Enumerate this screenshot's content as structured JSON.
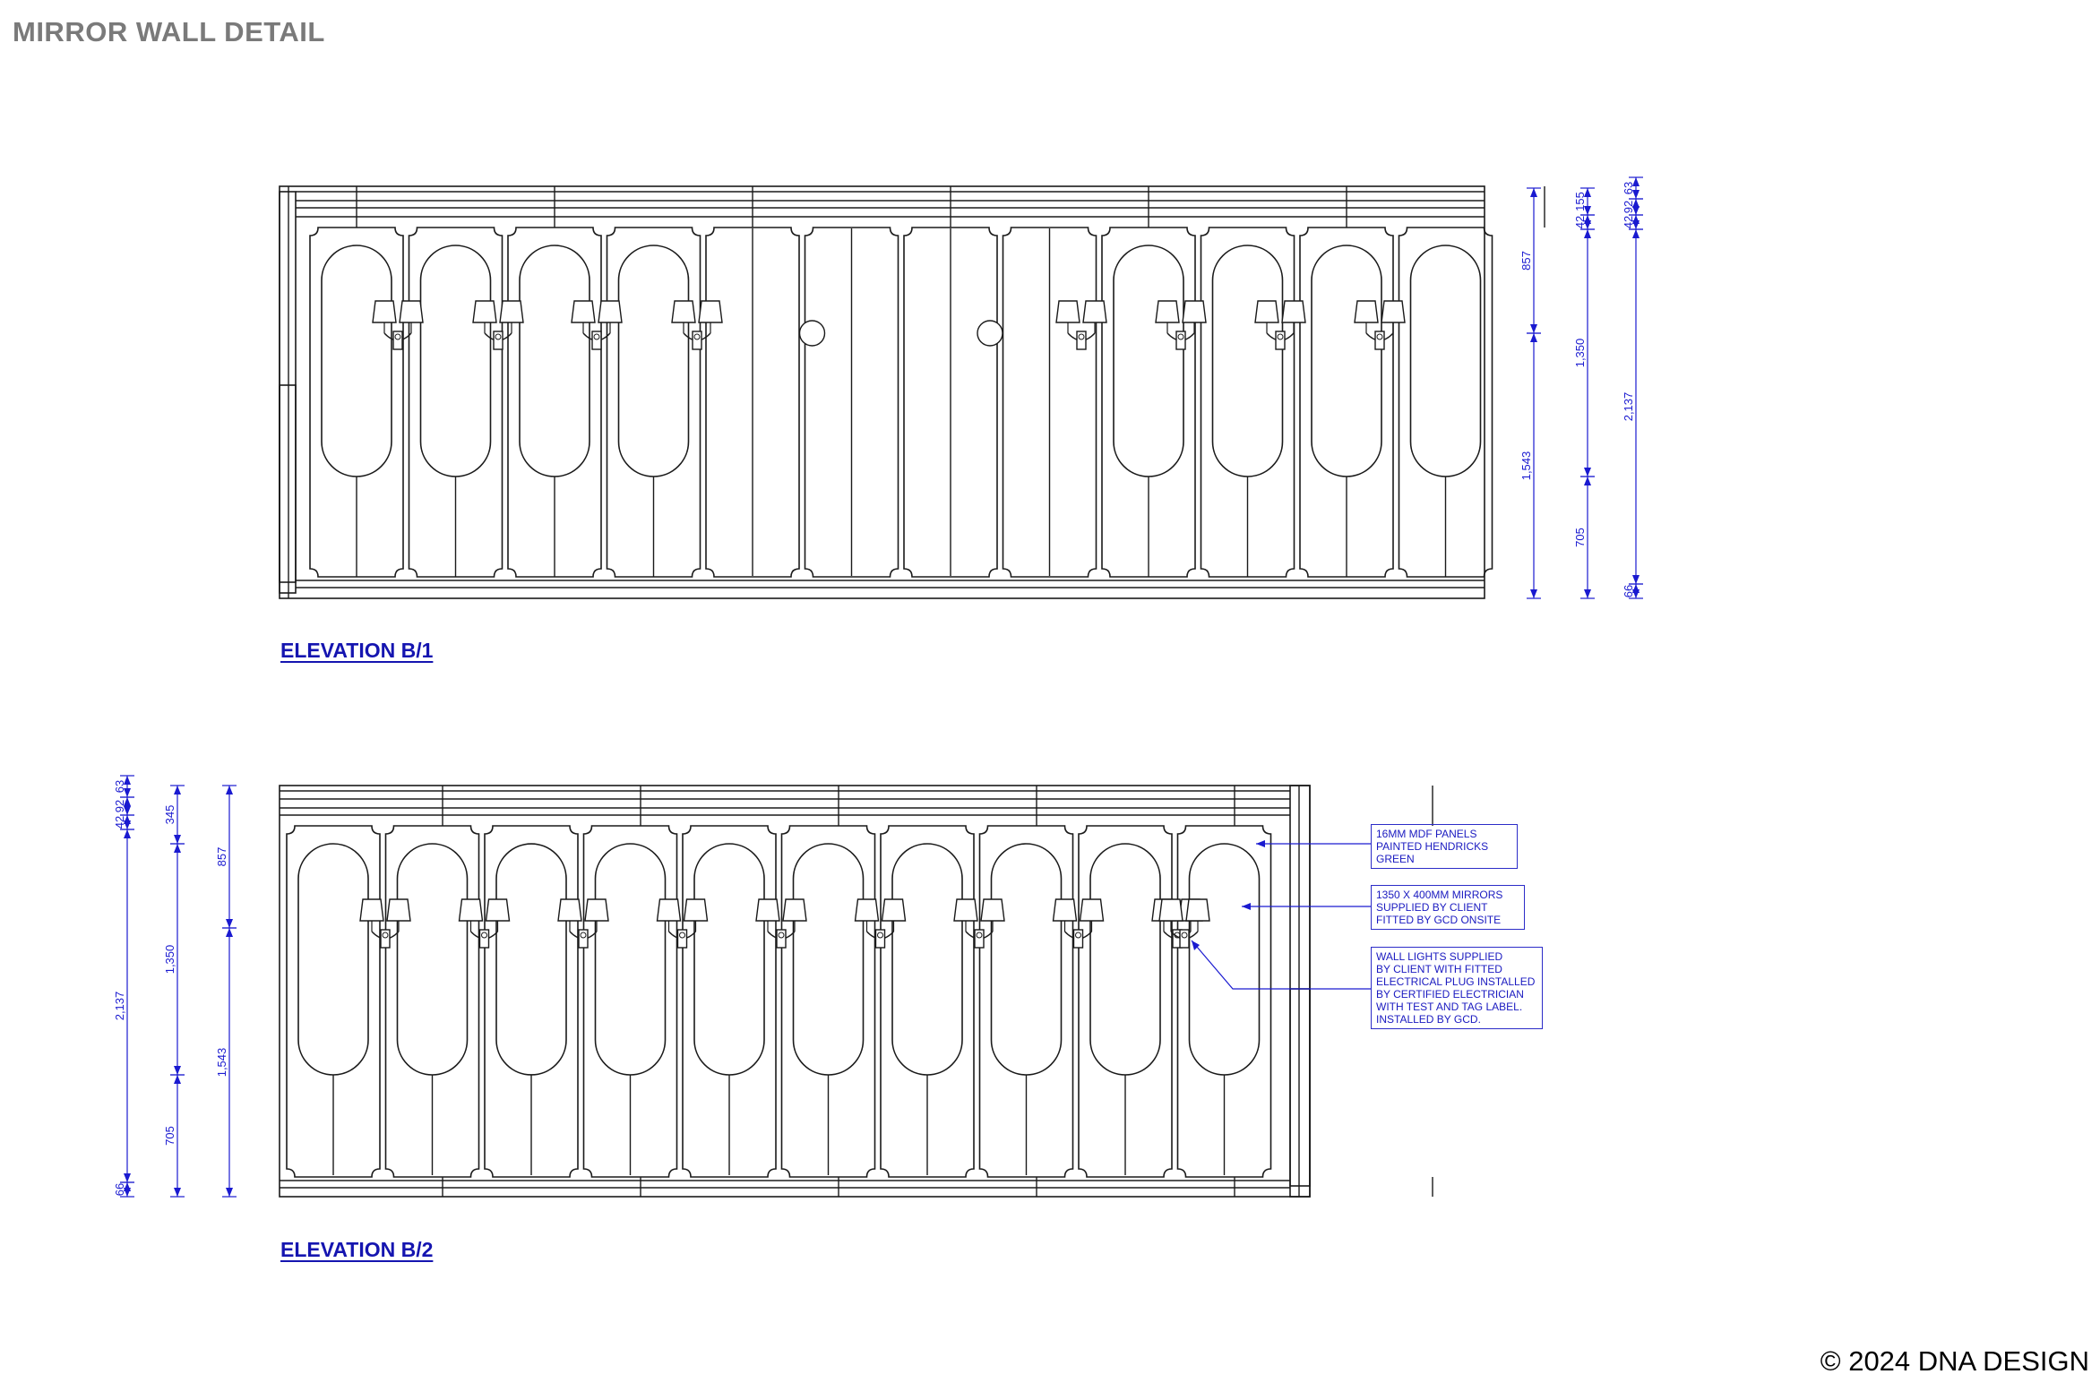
{
  "page_title": "MIRROR WALL DETAIL",
  "copyright": "© 2024 DNA DESIGN",
  "elevations": [
    {
      "title": "ELEVATION B/1",
      "dims_col1": [
        "857",
        "1,543"
      ],
      "dims_col2": [
        "42",
        "155",
        "1,350",
        "705"
      ],
      "dims_col3": [
        "63",
        "92",
        "42",
        "2,137",
        "66"
      ]
    },
    {
      "title": "ELEVATION B/2",
      "dims_col1": [
        "63",
        "92",
        "42",
        "2,137",
        "66"
      ],
      "dims_col2": [
        "345",
        "1,350",
        "705"
      ],
      "dims_col3": [
        "857",
        "1,543"
      ]
    }
  ],
  "notes": [
    "16mm MDF PANELS\nPAINTED HENDRICKS\nGREEN",
    "1350 x 400mm MIRRORS\nSUPPLIED BY CLIENT\nFITTED BY GCD ONSITE",
    "WALL LIGHTS SUPPLIED\nBY CLIENT WITH FITTED\nELECTRICAL PLUG INSTALLED\nBY CERTIFIED ELECTRICIAN\nWITH TEST AND TAG LABEL.\nINSTALLED BY GCD."
  ],
  "colors": {
    "line": "#1a1a1a",
    "dimension": "#1a1ad0",
    "title": "#7a7a7a"
  }
}
